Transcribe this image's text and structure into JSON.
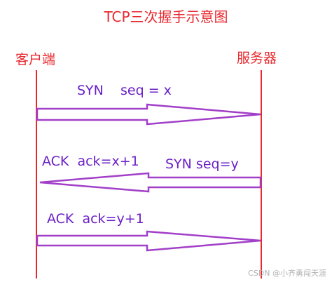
{
  "title": "TCP三次握手示意图",
  "client_label": "客户端",
  "server_label": "服务器",
  "messages": {
    "syn": "SYN    seq = x",
    "ack_reply": "ACK  ack=x+1",
    "syn_reply": "SYN seq=y",
    "final_ack": "ACK  ack=y+1"
  },
  "watermark": "CSDN @小齐勇闯天涯",
  "colors": {
    "lifeline": "#e8282e",
    "arrow": "#a23fc8",
    "text_accent": "#6a1fc7"
  }
}
